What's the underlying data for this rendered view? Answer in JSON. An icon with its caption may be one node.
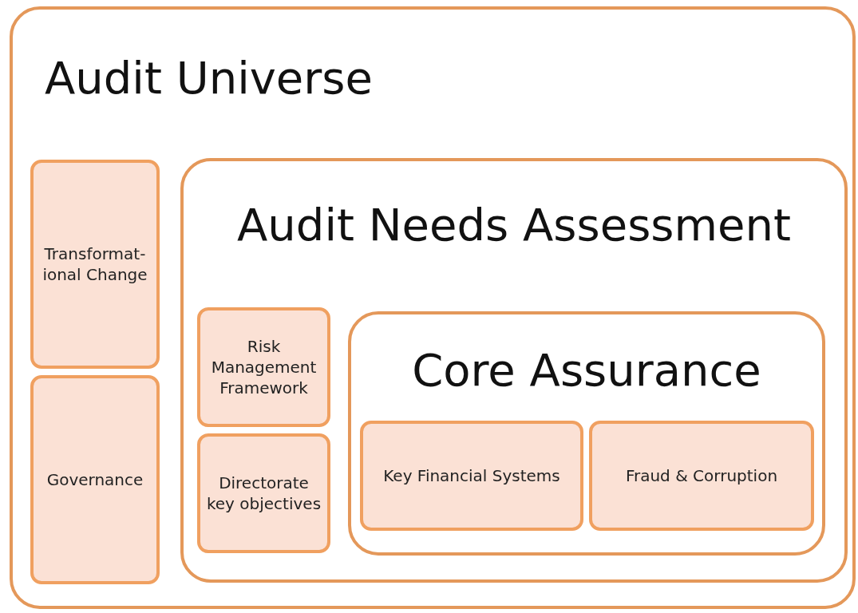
{
  "diagram": {
    "nodes": [
      {
        "text": [
          "Audit Universe"
        ]
      },
      {
        "text": [
          "Transformat-ional Change"
        ],
        "in": 0
      },
      {
        "text": [
          "Governance"
        ],
        "in": 0
      },
      {
        "text": [
          "Audit Needs Assessment"
        ],
        "in": 0
      },
      {
        "text": [
          "Risk Management Framework"
        ],
        "in": 3
      },
      {
        "text": [
          "Directorate key objectives"
        ],
        "in": 3
      },
      {
        "text": [
          "Core Assurance"
        ],
        "in": 3
      },
      {
        "text": [
          "Key Financial Systems"
        ],
        "in": 6
      },
      {
        "text": [
          "Fraud & Corruption"
        ],
        "in": 6
      }
    ]
  }
}
